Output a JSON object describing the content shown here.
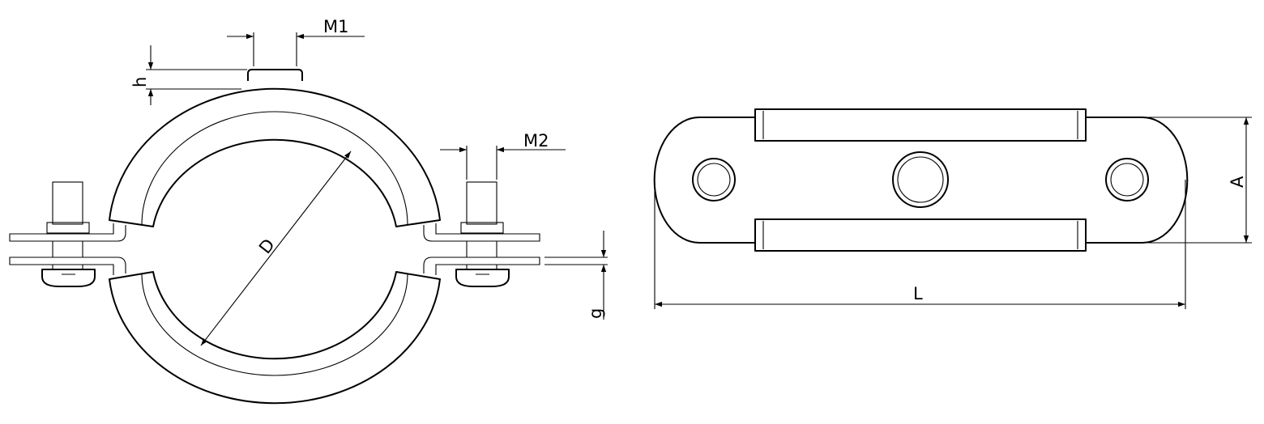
{
  "dimensions": {
    "m1": "M1",
    "m2": "M2",
    "h": "h",
    "d": "D",
    "g": "g",
    "a": "A",
    "l": "L"
  },
  "colors": {
    "line": "#000000",
    "background": "#ffffff"
  }
}
